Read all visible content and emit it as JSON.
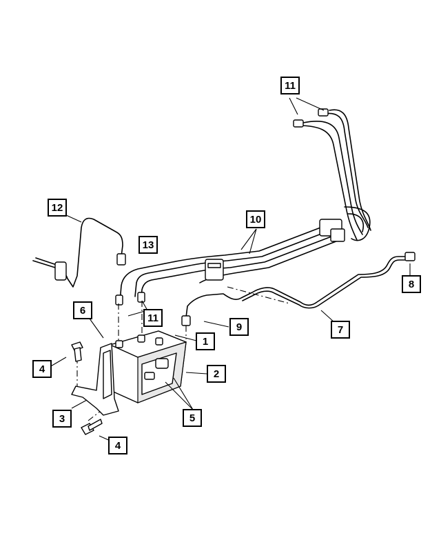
{
  "callouts": [
    {
      "id": "c1",
      "label": "1"
    },
    {
      "id": "c2",
      "label": "2"
    },
    {
      "id": "c3",
      "label": "3"
    },
    {
      "id": "c4a",
      "label": "4"
    },
    {
      "id": "c4b",
      "label": "4"
    },
    {
      "id": "c5",
      "label": "5"
    },
    {
      "id": "c6",
      "label": "6"
    },
    {
      "id": "c7",
      "label": "7"
    },
    {
      "id": "c8",
      "label": "8"
    },
    {
      "id": "c9",
      "label": "9"
    },
    {
      "id": "c10",
      "label": "10"
    },
    {
      "id": "c11a",
      "label": "11"
    },
    {
      "id": "c11b",
      "label": "11"
    },
    {
      "id": "c12",
      "label": "12"
    },
    {
      "id": "c13",
      "label": "13"
    }
  ]
}
